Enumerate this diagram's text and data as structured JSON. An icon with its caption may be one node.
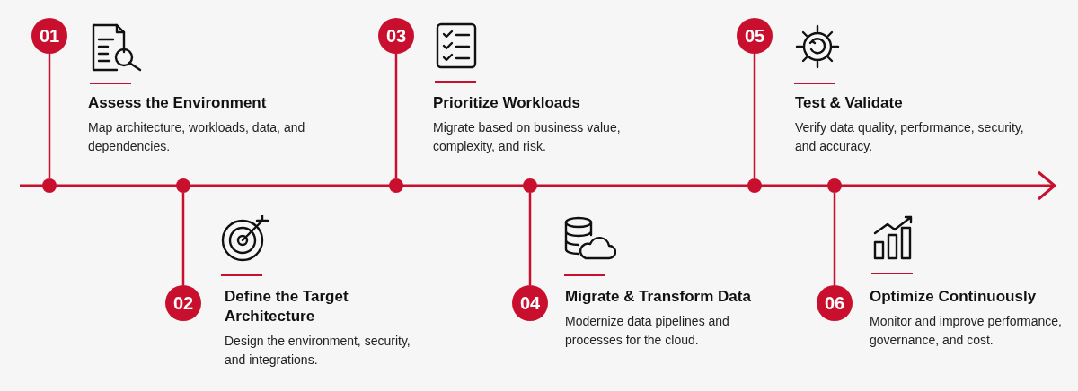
{
  "diagram": {
    "nodes": [
      {
        "text": [
          "01"
        ],
        "beside": [
          "Assess the Environment",
          "Map architecture, workloads, data, and dependencies."
        ]
      },
      {
        "text": [
          "02"
        ],
        "beside": [
          "Define the Target Architecture",
          "Design the environment, security, and integrations."
        ]
      },
      {
        "text": [
          "03"
        ],
        "beside": [
          "Prioritize Workloads",
          "Migrate based on business value, complexity, and risk."
        ]
      },
      {
        "text": [
          "04"
        ],
        "beside": [
          "Migrate & Transform Data",
          "Modernize data pipelines and processes for the cloud."
        ]
      },
      {
        "text": [
          "05"
        ],
        "beside": [
          "Test & Validate",
          "Verify data quality, performance, security, and accuracy."
        ]
      },
      {
        "text": [
          "06"
        ],
        "beside": [
          "Optimize Continuously",
          "Monitor and improve performance, governance, and cost."
        ]
      },
      {
        "text": [],
        "shape": "circle"
      },
      {
        "text": [],
        "shape": "circle"
      },
      {
        "text": [],
        "shape": "circle"
      },
      {
        "text": [],
        "shape": "circle"
      },
      {
        "text": [],
        "shape": "circle"
      },
      {
        "text": [],
        "shape": "circle"
      }
    ],
    "edges": [
      {
        "from": 0,
        "to": 6,
        "arrow": "none"
      },
      {
        "from": 1,
        "to": 7,
        "arrow": "none"
      },
      {
        "from": 2,
        "to": 8,
        "arrow": "none"
      },
      {
        "from": 3,
        "to": 9,
        "arrow": "none"
      },
      {
        "from": 4,
        "to": 10,
        "arrow": "none"
      },
      {
        "from": 5,
        "to": 11,
        "arrow": "none"
      }
    ]
  }
}
